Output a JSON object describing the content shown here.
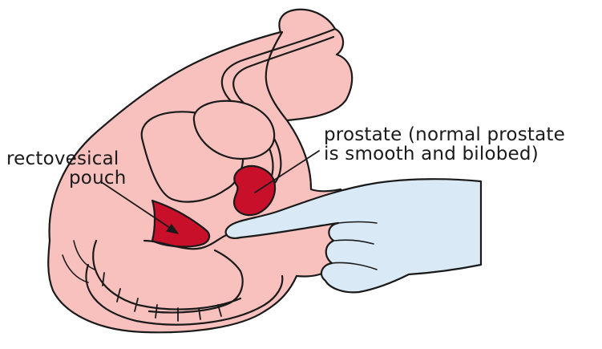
{
  "labels": {
    "rectovesical_pouch": {
      "line1": "rectovesical",
      "line2": "pouch"
    },
    "prostate": {
      "line1": "prostate (normal prostate",
      "line2": "is smooth and bilobed)"
    }
  },
  "colors": {
    "tissue": "#f9c1be",
    "organ_red": "#c9102a",
    "hand": "#d9e9f5",
    "outline": "#1a1a1a",
    "background": "#ffffff"
  }
}
